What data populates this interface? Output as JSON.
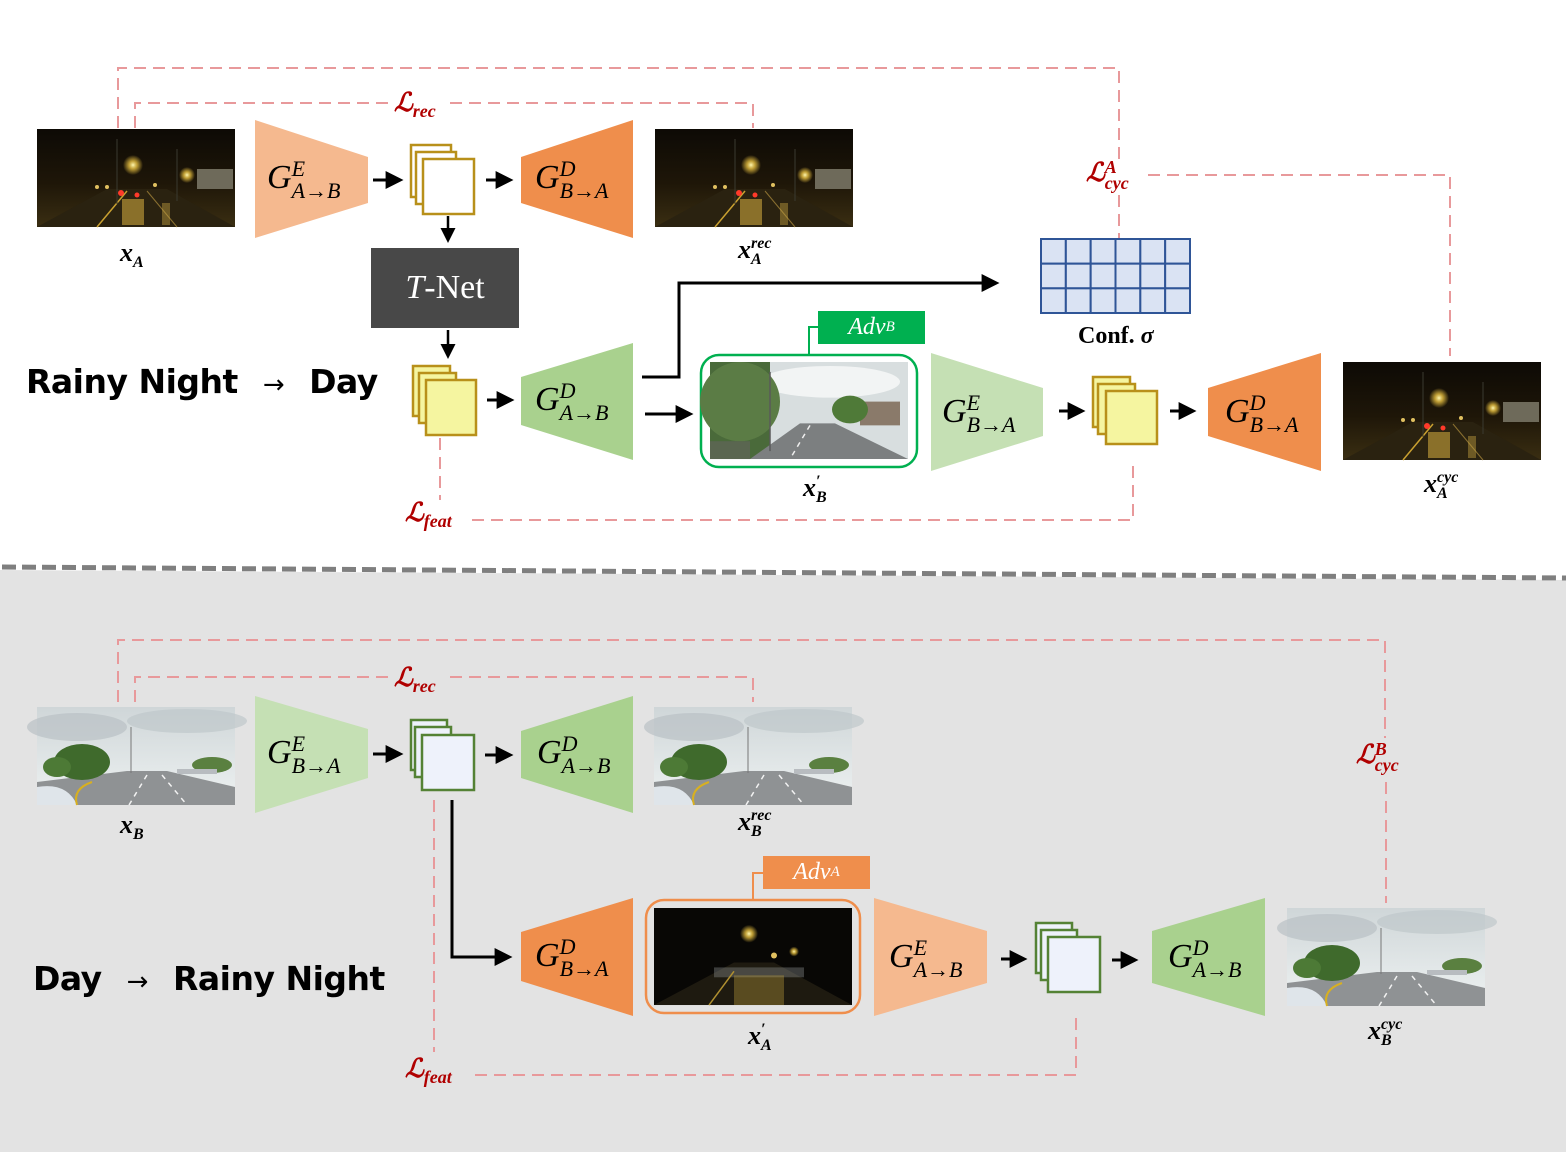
{
  "colors": {
    "encoder_orange_light": "#f5b98f",
    "decoder_orange": "#ef8e4c",
    "encoder_green_light": "#c5e0b4",
    "decoder_green": "#a9d18e",
    "loss_line": "#e8999b",
    "loss_text": "#b00000",
    "feature_gold": "#b8901a",
    "feature_yellow": "#f5f5a0",
    "feature_green_border": "#548235",
    "feature_light": "#eef2fb",
    "tnet_bg": "#484848",
    "adv_green": "#00b050",
    "adv_orange": "#ef8e4c",
    "conf_grid_fill": "#dae3f3",
    "conf_grid_stroke": "#2f5597",
    "bottom_panel_bg": "#e3e3e3",
    "separator": "#7f7f7f"
  },
  "top_panel": {
    "title": {
      "from": "Rainy Night",
      "arrow": "→",
      "to": "Day"
    },
    "input_image": {
      "label_base": "x",
      "label_sub": "A",
      "scene": "rainy-night"
    },
    "encoder": {
      "base": "G",
      "sup": "E",
      "sub": "A→B"
    },
    "decoder_rec": {
      "base": "G",
      "sup": "D",
      "sub": "B→A"
    },
    "rec_image": {
      "label_base": "x",
      "label_sup": "rec",
      "label_sub": "A",
      "scene": "rainy-night"
    },
    "tnet": {
      "italic": "T",
      "rest": "-Net"
    },
    "decoder_translate": {
      "base": "G",
      "sup": "D",
      "sub": "A→B"
    },
    "translated_image": {
      "label_base": "x",
      "label_sup": "′",
      "label_sub": "B",
      "scene": "day"
    },
    "adversary": {
      "base": "Adv",
      "sub": "B"
    },
    "encoder_cycle": {
      "base": "G",
      "sup": "E",
      "sub": "B→A"
    },
    "decoder_cycle": {
      "base": "G",
      "sup": "D",
      "sub": "B→A"
    },
    "cycle_image": {
      "label_base": "x",
      "label_sup": "cyc",
      "label_sub": "A",
      "scene": "rainy-night"
    },
    "confidence": {
      "label": "Conf.",
      "symbol": "σ",
      "rows": 3,
      "cols": 6
    },
    "losses": {
      "rec": {
        "base": "ℒ",
        "sub": "rec"
      },
      "cyc": {
        "base": "ℒ",
        "sup": "A",
        "sub": "cyc"
      },
      "feat": {
        "base": "ℒ",
        "sub": "feat"
      }
    }
  },
  "bottom_panel": {
    "title": {
      "from": "Day",
      "arrow": "→",
      "to": "Rainy Night"
    },
    "input_image": {
      "label_base": "x",
      "label_sub": "B",
      "scene": "day"
    },
    "encoder": {
      "base": "G",
      "sup": "E",
      "sub": "B→A"
    },
    "decoder_rec": {
      "base": "G",
      "sup": "D",
      "sub": "A→B"
    },
    "rec_image": {
      "label_base": "x",
      "label_sup": "rec",
      "label_sub": "B",
      "scene": "day"
    },
    "decoder_translate": {
      "base": "G",
      "sup": "D",
      "sub": "B→A"
    },
    "translated_image": {
      "label_base": "x",
      "label_sup": "′",
      "label_sub": "A",
      "scene": "rainy-night"
    },
    "adversary": {
      "base": "Adv",
      "sub": "A"
    },
    "encoder_cycle": {
      "base": "G",
      "sup": "E",
      "sub": "A→B"
    },
    "decoder_cycle": {
      "base": "G",
      "sup": "D",
      "sub": "A→B"
    },
    "cycle_image": {
      "label_base": "x",
      "label_sup": "cyc",
      "label_sub": "B",
      "scene": "day"
    },
    "losses": {
      "rec": {
        "base": "ℒ",
        "sub": "rec"
      },
      "cyc": {
        "base": "ℒ",
        "sup": "B",
        "sub": "cyc"
      },
      "feat": {
        "base": "ℒ",
        "sub": "feat"
      }
    }
  }
}
